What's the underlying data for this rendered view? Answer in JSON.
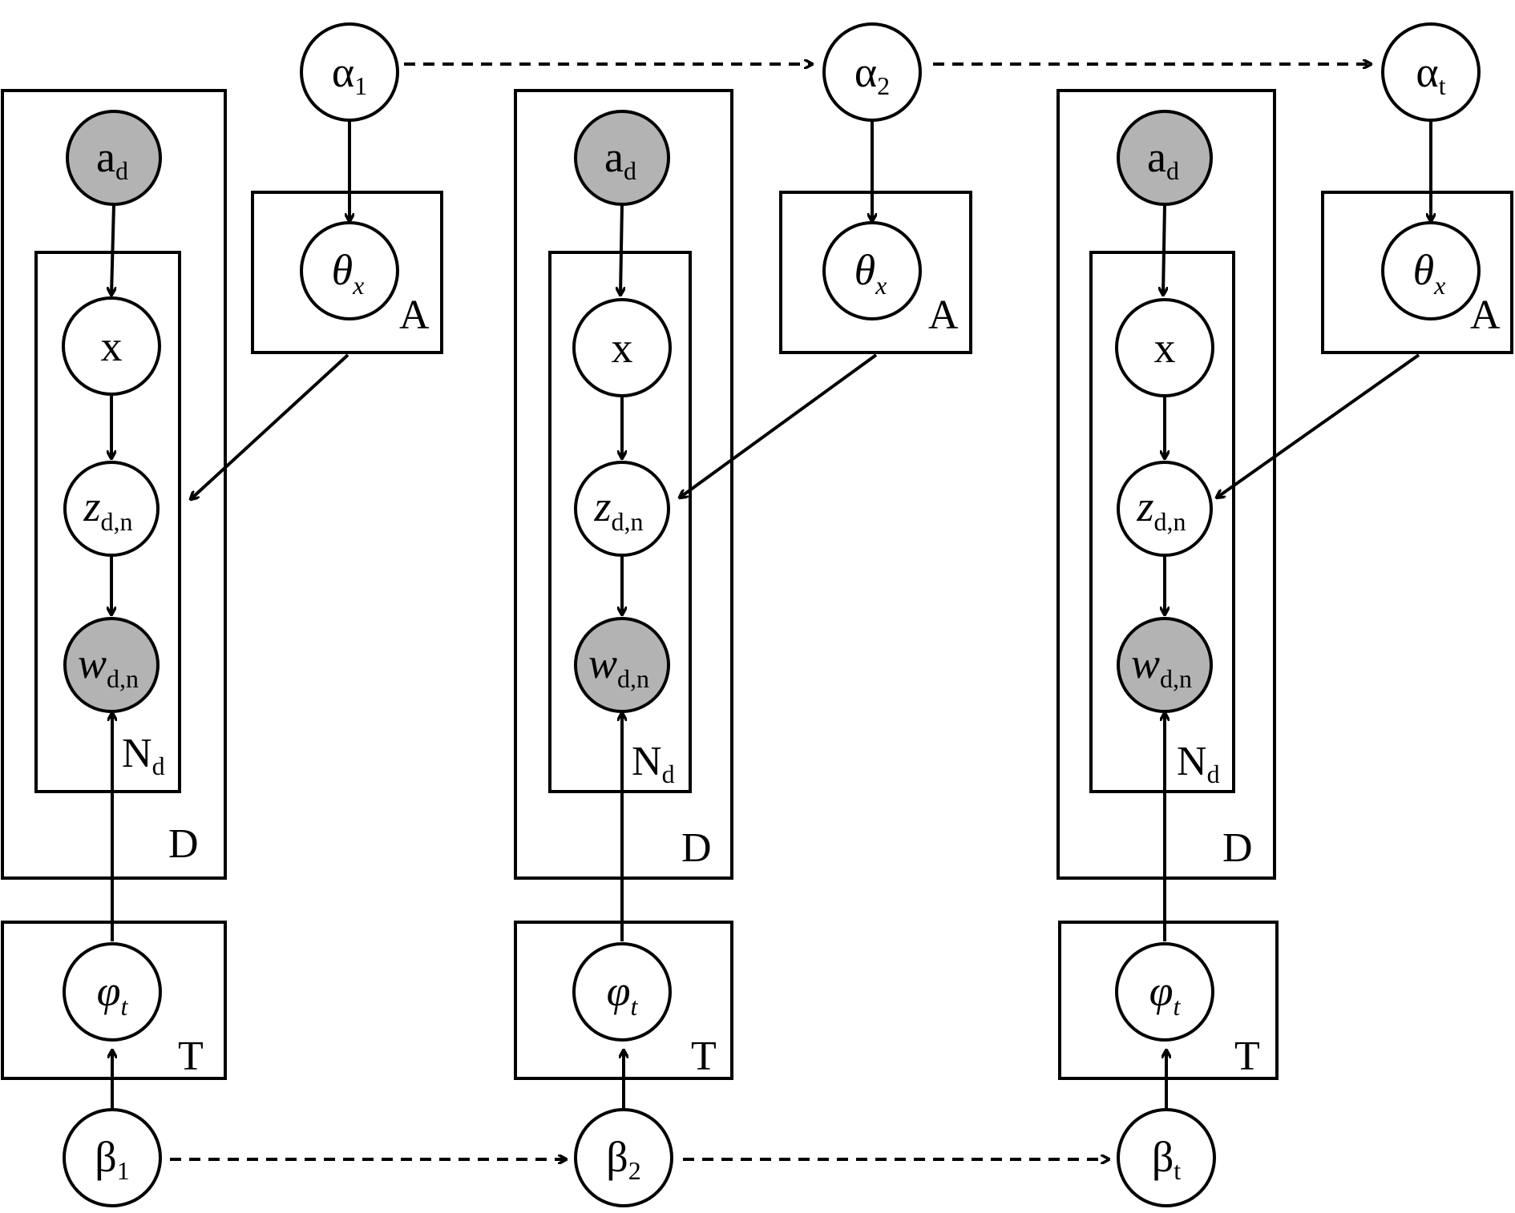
{
  "diagram": {
    "time_slices": [
      {
        "alpha": {
          "symbol": "α",
          "sub": "1"
        },
        "theta": {
          "symbol": "θ",
          "sub": "x"
        },
        "author": {
          "symbol": "a",
          "sub": "d"
        },
        "x": {
          "symbol": "x"
        },
        "z": {
          "symbol": "z",
          "sub": "d,n"
        },
        "w": {
          "symbol": "w",
          "sub": "d,n"
        },
        "phi": {
          "symbol": "φ",
          "sub": "t"
        },
        "beta": {
          "symbol": "β",
          "sub": "1"
        },
        "plates": {
          "A": "A",
          "N": "N",
          "N_sub": "d",
          "D": "D",
          "T": "T"
        }
      },
      {
        "alpha": {
          "symbol": "α",
          "sub": "2"
        },
        "theta": {
          "symbol": "θ",
          "sub": "x"
        },
        "author": {
          "symbol": "a",
          "sub": "d"
        },
        "x": {
          "symbol": "x"
        },
        "z": {
          "symbol": "z",
          "sub": "d,n"
        },
        "w": {
          "symbol": "w",
          "sub": "d,n"
        },
        "phi": {
          "symbol": "φ",
          "sub": "t"
        },
        "beta": {
          "symbol": "β",
          "sub": "2"
        },
        "plates": {
          "A": "A",
          "N": "N",
          "N_sub": "d",
          "D": "D",
          "T": "T"
        }
      },
      {
        "alpha": {
          "symbol": "α",
          "sub": "t"
        },
        "theta": {
          "symbol": "θ",
          "sub": "x"
        },
        "author": {
          "symbol": "a",
          "sub": "d"
        },
        "x": {
          "symbol": "x"
        },
        "z": {
          "symbol": "z",
          "sub": "d,n"
        },
        "w": {
          "symbol": "w",
          "sub": "d,n"
        },
        "phi": {
          "symbol": "φ",
          "sub": "t"
        },
        "beta": {
          "symbol": "β",
          "sub": "t"
        },
        "plates": {
          "A": "A",
          "N": "N",
          "N_sub": "d",
          "D": "D",
          "T": "T"
        }
      }
    ],
    "colors": {
      "observed_fill": "#b3b3b3",
      "latent_fill": "#ffffff",
      "stroke": "#000000"
    }
  }
}
